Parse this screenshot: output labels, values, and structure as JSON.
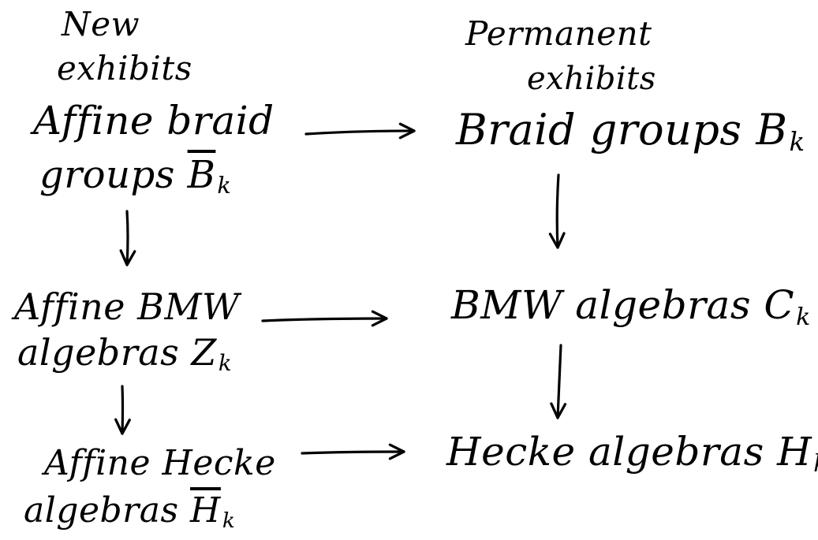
{
  "columns": {
    "left_header": [
      "New",
      "exhibits"
    ],
    "right_header": [
      "Permanent",
      "exhibits"
    ]
  },
  "left_nodes": [
    {
      "line1": "Affine braid",
      "line2": "groups",
      "symbol": "B",
      "sub": "k"
    },
    {
      "line1": "Affine BMW",
      "line2": "algebras",
      "symbol": "Z",
      "sub": "k"
    },
    {
      "line1": "Affine Hecke",
      "line2": "algebras",
      "symbol": "H",
      "sub": "k"
    }
  ],
  "right_nodes": [
    {
      "text": "Braid groups",
      "symbol": "B",
      "sub": "k"
    },
    {
      "text": "BMW algebras",
      "symbol": "C",
      "sub": "k"
    },
    {
      "text": "Hecke algebras",
      "symbol": "H",
      "sub": "k"
    }
  ],
  "colors": {
    "ink": "#000000",
    "paper": "#ffffff"
  }
}
